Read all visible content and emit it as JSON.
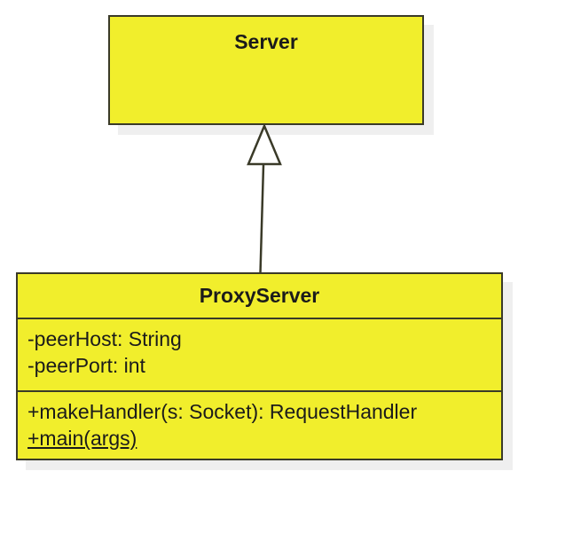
{
  "diagram": {
    "type": "uml-class-diagram",
    "background_color": "#FFFFFF",
    "node_fill_color": "#F1EE2C",
    "node_border_color": "#3A3A28",
    "shadow_color": "#EFEFEF",
    "text_color": "#1B1B1B",
    "classes": [
      {
        "name": "Server",
        "attributes": [],
        "methods": []
      },
      {
        "name": "ProxyServer",
        "attributes": [
          "-peerHost: String",
          "-peerPort: int"
        ],
        "methods": [
          {
            "label": "+makeHandler(s: Socket): RequestHandler",
            "static": false
          },
          {
            "label": "+main(args)",
            "static": true
          }
        ]
      }
    ],
    "relationships": [
      {
        "type": "generalization",
        "from": "ProxyServer",
        "to": "Server",
        "arrow": "hollow-triangle"
      }
    ]
  }
}
